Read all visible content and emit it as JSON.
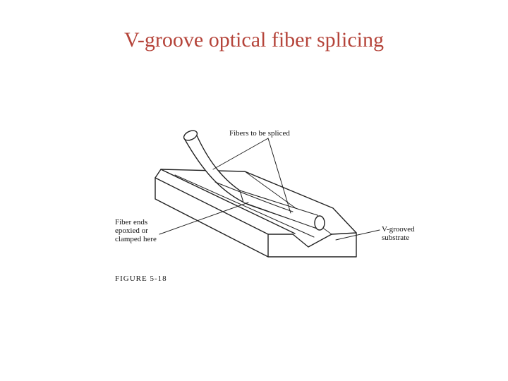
{
  "title": "V-groove optical fiber splicing",
  "labels": {
    "fibers": "Fibers to be spliced",
    "fiber_ends": [
      "Fiber ends",
      "epoxied or",
      "clamped here"
    ],
    "substrate": [
      "V-grooved",
      "substrate"
    ],
    "caption": "FIGURE 5-18"
  },
  "colors": {
    "title": "#b5443a",
    "line": "#222222"
  }
}
